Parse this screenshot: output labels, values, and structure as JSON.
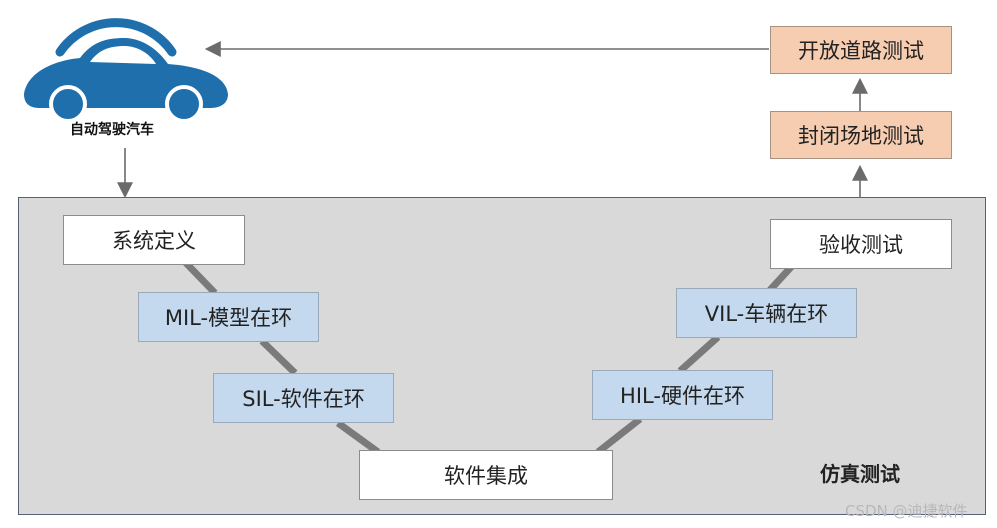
{
  "logo": {
    "label": "自动驾驶汽车",
    "icon": "autonomous-car-icon",
    "color": "#1f6fad"
  },
  "region": {
    "label": "仿真测试",
    "fill": "#d9d9d9"
  },
  "v_model": {
    "left": [
      {
        "label": "系统定义"
      },
      {
        "label": "MIL-模型在环"
      },
      {
        "label": "SIL-软件在环"
      }
    ],
    "bottom": {
      "label": "软件集成"
    },
    "right": [
      {
        "label": "HIL-硬件在环"
      },
      {
        "label": "VIL-车辆在环"
      },
      {
        "label": "验收测试"
      }
    ]
  },
  "road_tests": [
    {
      "label": "封闭场地测试"
    },
    {
      "label": "开放道路测试"
    }
  ],
  "colors": {
    "blue_box": "#c5d9ee",
    "orange_box": "#f7cdb1",
    "connector": "#7a7a7a",
    "arrow": "#6b6b6b"
  },
  "watermark": "CSDN @迪捷软件"
}
